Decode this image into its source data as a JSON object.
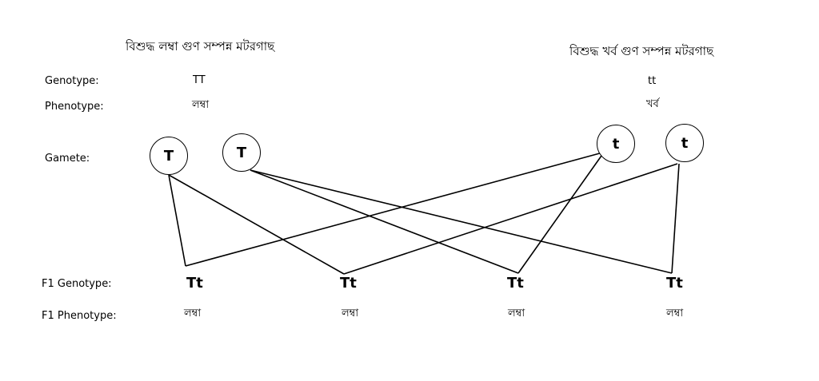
{
  "parents": {
    "left": {
      "title": "বিশুদ্ধ লম্বা গুণ সম্পন্ন মটরগাছ",
      "genotype": "TT",
      "phenotype": "লম্বা",
      "gametes": [
        "T",
        "T"
      ]
    },
    "right": {
      "title": "বিশুদ্ধ খর্ব গুণ সম্পন্ন মটরগাছ",
      "genotype": "tt",
      "phenotype": "খর্ব",
      "gametes": [
        "t",
        "t"
      ]
    }
  },
  "labels": {
    "genotype": "Genotype:",
    "phenotype": "Phenotype:",
    "gamete": "Gamete:",
    "f1_genotype": "F1 Genotype:",
    "f1_phenotype": "F1 Phenotype:"
  },
  "offspring": [
    {
      "genotype": "Tt",
      "phenotype": "লম্বা"
    },
    {
      "genotype": "Tt",
      "phenotype": "লম্বা"
    },
    {
      "genotype": "Tt",
      "phenotype": "লম্বা"
    },
    {
      "genotype": "Tt",
      "phenotype": "লম্বা"
    }
  ]
}
